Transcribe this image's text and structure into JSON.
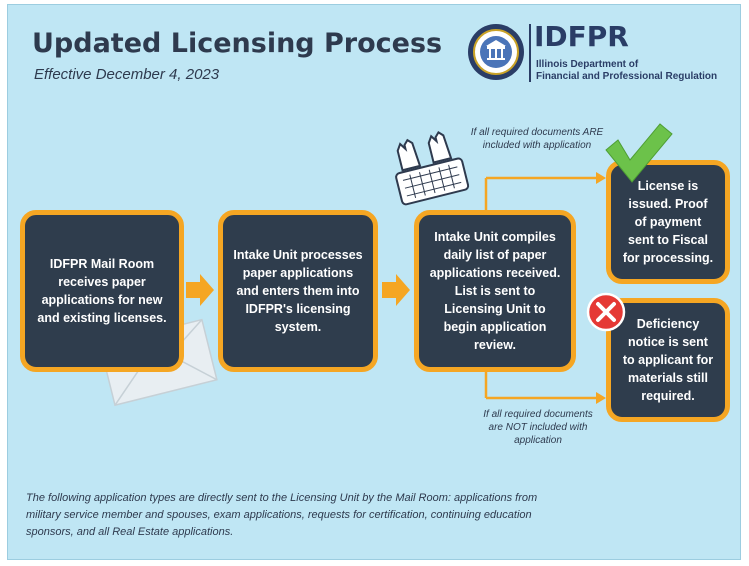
{
  "header": {
    "title": "Updated Licensing Process",
    "subtitle": "Effective December 4, 2023"
  },
  "organization": {
    "abbreviation": "IDFPR",
    "name_line1": "Illinois Department of",
    "name_line2": "Financial and Professional Regulation"
  },
  "flow": {
    "step1": "IDFPR Mail Room receives paper applications for new and existing licenses.",
    "step2": "Intake Unit processes paper applications and enters them into IDFPR's licensing system.",
    "step3": "Intake Unit compiles daily list of paper applications received. List is sent to Licensing Unit to begin application review.",
    "outcome_success": "License is issued. Proof of payment sent to Fiscal for processing.",
    "outcome_deficiency": "Deficiency notice is sent to applicant for materials still required.",
    "branch_yes_label": "If all required documents ARE included with application",
    "branch_no_label": "If all required documents are NOT included with application"
  },
  "footer": {
    "note": "The following application types are directly sent to the Licensing Unit by the Mail Room: applications from military service member and spouses, exam applications, requests for certification, continuing education sponsors, and all Real Estate applications."
  },
  "colors": {
    "background": "#bfe6f4",
    "box_fill": "#2f3d4d",
    "box_border": "#f5a623",
    "arrow": "#f5a623",
    "check": "#6cc24a",
    "cross": "#e53935"
  },
  "icons": [
    "seal-logo-icon",
    "keyboard-hands-icon",
    "envelope-icon",
    "checkmark-icon",
    "cross-icon",
    "arrow-right-icon"
  ]
}
